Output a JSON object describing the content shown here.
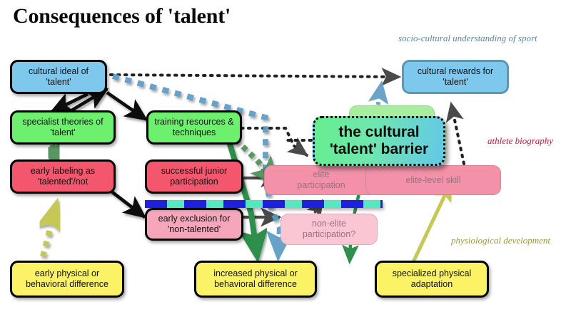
{
  "title": "Consequences of 'talent'",
  "axes": [
    {
      "id": "socio",
      "label": "socio-cultural understanding of sport",
      "color": "#5b8aad"
    },
    {
      "id": "biography",
      "label": "athlete biography",
      "color": "#c4113f"
    },
    {
      "id": "physiology",
      "label": "physiological development",
      "color": "#b6b646"
    }
  ],
  "barrier": {
    "line1": "the cultural",
    "line2": "'talent' barrier",
    "gradient_from": "#66ee8e",
    "gradient_to": "#63c8e8"
  },
  "nodes": [
    {
      "id": "cultural-ideal",
      "line1": "cultural ideal of",
      "line2": "'talent'",
      "color": "#7ec8ee",
      "tone": "blue"
    },
    {
      "id": "cultural-rewards",
      "line1": "cultural rewards for",
      "line2": "'talent'",
      "color": "#7ec8ee",
      "tone": "blue"
    },
    {
      "id": "specialist-theories",
      "line1": "specialist theories of",
      "line2": "'talent'",
      "color": "#6df06d",
      "tone": "green"
    },
    {
      "id": "training-resources",
      "line1": "training resources &",
      "line2": "techniques",
      "color": "#6df06d",
      "tone": "green"
    },
    {
      "id": "early-labeling",
      "line1": "early labeling as",
      "line2": "'talented'/not",
      "color": "#f4566e",
      "tone": "red"
    },
    {
      "id": "successful-junior",
      "line1": "successful junior",
      "line2": "participation",
      "color": "#f4566e",
      "tone": "red"
    },
    {
      "id": "early-exclusion",
      "line1": "early exclusion for",
      "line2": "'non-talented'",
      "color": "#f6a6bb",
      "tone": "pink"
    },
    {
      "id": "elite-participation",
      "line1": "elite",
      "line2": "participation",
      "color": "#f291a8",
      "tone": "ghost-pink"
    },
    {
      "id": "non-elite-participation",
      "line1": "non-elite",
      "line2": "participation?",
      "color": "#fbc6d4",
      "tone": "ghost-pale"
    },
    {
      "id": "elite-level-skill",
      "line1": "elite-level skill",
      "line2": "",
      "color": "#f291a8",
      "tone": "ghost-pink"
    },
    {
      "id": "early-physical",
      "line1": "early physical or",
      "line2": "behavioral difference",
      "color": "#fcf266",
      "tone": "yellow"
    },
    {
      "id": "increased-physical",
      "line1": "increased physical or",
      "line2": "behavioral difference",
      "color": "#fcf266",
      "tone": "yellow"
    },
    {
      "id": "specialized-adaptation",
      "line1": "specialized physical",
      "line2": "adaptation",
      "color": "#fcf266",
      "tone": "yellow"
    }
  ],
  "band": {
    "name": "talent-barrier-band",
    "dash_color": "#1f1fe0",
    "base_color": "#55e8c0"
  }
}
